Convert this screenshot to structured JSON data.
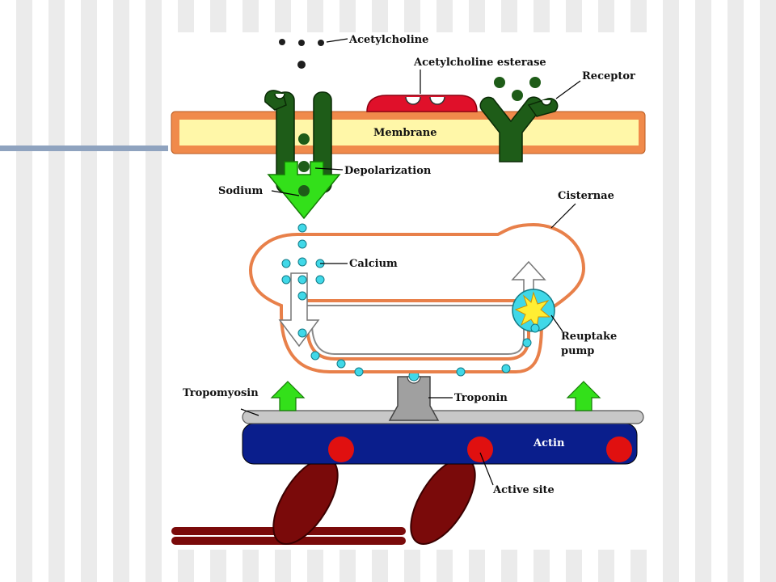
{
  "diagram": {
    "labels": {
      "acetylcholine": "Acetylcholine",
      "esterase": "Acetylcholine esterase",
      "receptor": "Receptor",
      "membrane": "Membrane",
      "depolarization": "Depolarization",
      "sodium": "Sodium",
      "cisternae": "Cisternae",
      "calcium": "Calcium",
      "reuptake_line1": "Reuptake",
      "reuptake_line2": "pump",
      "tropomyosin": "Tropomyosin",
      "troponin": "Troponin",
      "actin": "Actin",
      "active_site": "Active site"
    },
    "colors": {
      "membrane_outer": "#f08a4b",
      "membrane_inner": "#fff7a8",
      "channel": "#1e5c18",
      "esterase": "#e0102a",
      "sodium_arrow": "#33e01a",
      "cisternae_edge": "#e8804a",
      "calcium": "#40d8e8",
      "actin": "#0a1e8c",
      "active_site": "#e01010",
      "myosin": "#7a0a0a",
      "tropomyosin": "#c8c8c8",
      "troponin": "#a0a0a0"
    }
  }
}
